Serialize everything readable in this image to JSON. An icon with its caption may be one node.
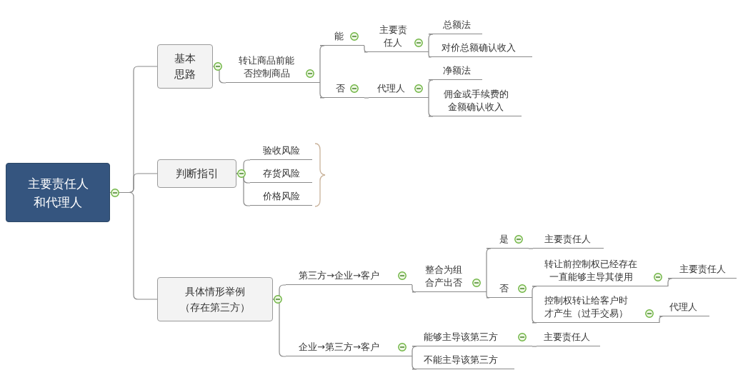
{
  "diagram": {
    "nodes": [
      {
        "text": [
          "主要责任人和代理人"
        ]
      },
      {
        "text": [
          "基本思路"
        ]
      },
      {
        "text": [
          "转让商品前能否控制商品"
        ]
      },
      {
        "text": [
          "能"
        ]
      },
      {
        "text": [
          "主要责任人"
        ]
      },
      {
        "text": [
          "总额法"
        ]
      },
      {
        "text": [
          "对价总额确认收入"
        ]
      },
      {
        "text": [
          "否"
        ]
      },
      {
        "text": [
          "代理人"
        ]
      },
      {
        "text": [
          "净额法"
        ]
      },
      {
        "text": [
          "佣金或手续费的金额确认收入"
        ]
      },
      {
        "text": [
          "判断指引"
        ]
      },
      {
        "text": [
          "验收风险"
        ]
      },
      {
        "text": [
          "存货风险"
        ]
      },
      {
        "text": [
          "价格风险"
        ]
      },
      {
        "text": [
          "具体情形举例（存在第三方）"
        ]
      },
      {
        "text": [
          "第三方→企业→客户"
        ]
      },
      {
        "text": [
          "整合为组合产出否"
        ]
      },
      {
        "text": [
          "是"
        ]
      },
      {
        "text": [
          "主要责任人"
        ]
      },
      {
        "text": [
          "否"
        ]
      },
      {
        "text": [
          "转让前控制权已经存在一直能够主导其使用"
        ]
      },
      {
        "text": [
          "主要责任人"
        ]
      },
      {
        "text": [
          "控制权转让给客户时才产生（过手交易）"
        ]
      },
      {
        "text": [
          "代理人"
        ]
      },
      {
        "text": [
          "企业→第三方→客户"
        ]
      },
      {
        "text": [
          "能够主导该第三方"
        ]
      },
      {
        "text": [
          "主要责任人"
        ]
      },
      {
        "text": [
          "不能主导该第三方"
        ]
      }
    ],
    "edges": [
      {
        "from": 0,
        "to": 1,
        "arrow": "none"
      },
      {
        "from": 0,
        "to": 11,
        "arrow": "none"
      },
      {
        "from": 0,
        "to": 15,
        "arrow": "none"
      },
      {
        "from": 1,
        "to": 2,
        "arrow": "none"
      },
      {
        "from": 2,
        "to": 3,
        "arrow": "none"
      },
      {
        "from": 2,
        "to": 7,
        "arrow": "none"
      },
      {
        "from": 3,
        "to": 4,
        "arrow": "none"
      },
      {
        "from": 4,
        "to": 5,
        "arrow": "none"
      },
      {
        "from": 4,
        "to": 6,
        "arrow": "none"
      },
      {
        "from": 7,
        "to": 8,
        "arrow": "none"
      },
      {
        "from": 8,
        "to": 9,
        "arrow": "none"
      },
      {
        "from": 8,
        "to": 10,
        "arrow": "none"
      },
      {
        "from": 11,
        "to": 12,
        "arrow": "none"
      },
      {
        "from": 11,
        "to": 13,
        "arrow": "none"
      },
      {
        "from": 11,
        "to": 14,
        "arrow": "none"
      },
      {
        "from": 15,
        "to": 16,
        "arrow": "none"
      },
      {
        "from": 15,
        "to": 25,
        "arrow": "none"
      },
      {
        "from": 16,
        "to": 17,
        "arrow": "none"
      },
      {
        "from": 17,
        "to": 18,
        "arrow": "none"
      },
      {
        "from": 17,
        "to": 20,
        "arrow": "none"
      },
      {
        "from": 18,
        "to": 19,
        "arrow": "none"
      },
      {
        "from": 20,
        "to": 21,
        "arrow": "none"
      },
      {
        "from": 20,
        "to": 23,
        "arrow": "none"
      },
      {
        "from": 21,
        "to": 22,
        "arrow": "none"
      },
      {
        "from": 23,
        "to": 24,
        "arrow": "none"
      },
      {
        "from": 25,
        "to": 26,
        "arrow": "none"
      },
      {
        "from": 25,
        "to": 28,
        "arrow": "none"
      },
      {
        "from": 26,
        "to": 27,
        "arrow": "none"
      }
    ]
  }
}
